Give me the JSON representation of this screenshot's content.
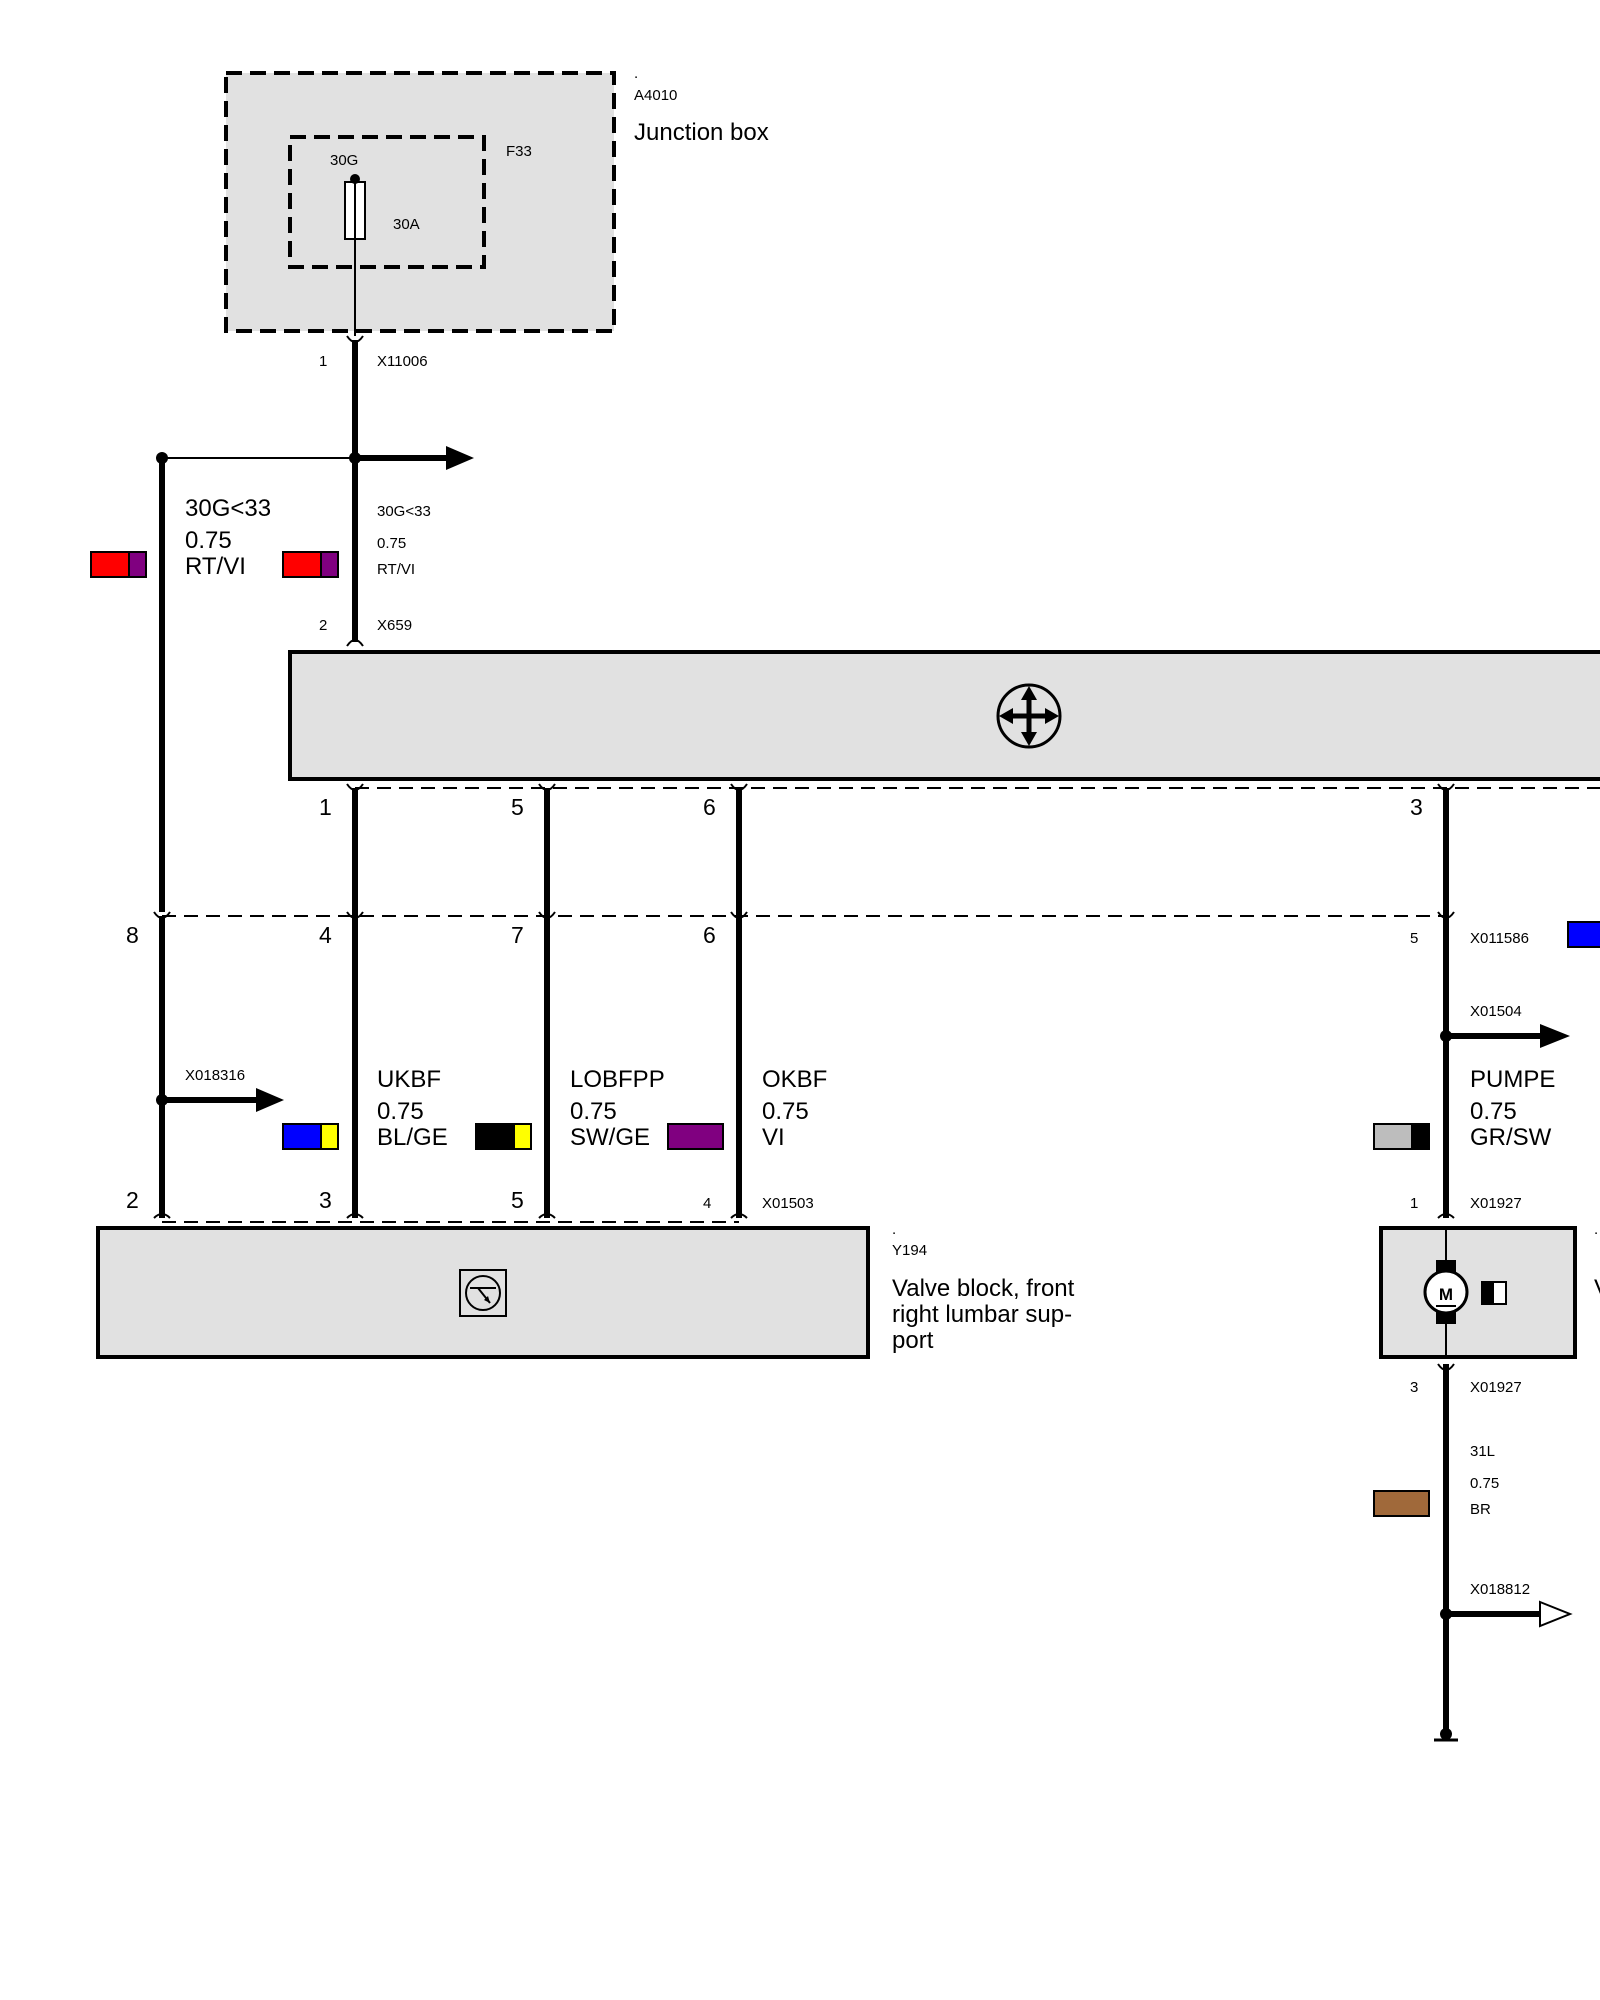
{
  "colors": {
    "RT": "#ff0000",
    "VI": "#800080",
    "BL": "#0000ff",
    "GE": "#ffff00",
    "SW": "#000000",
    "GR": "#bdbdbd",
    "BR": "#a0693a",
    "box_fill": "#e1e1e1"
  },
  "icons": {
    "control_unit": "seat-adjust-arrows-icon",
    "valve_block": "valve-symbol-icon",
    "pump_motor": "motor-m-icon",
    "pump_connector": "connector-icon",
    "ground": "ground-icon",
    "continuation_arrow": "arrow-right-icon"
  },
  "junction_box": {
    "dot": ".",
    "id": "A4010",
    "name": "Junction box",
    "fuse_id": "F33",
    "fuse_terminal": "30G",
    "fuse_rating": "30A",
    "pin": "1",
    "connector": "X11006"
  },
  "wire_top": {
    "signal": "30G<33",
    "size": "0.75",
    "color": "RT/VI",
    "pin": "2",
    "connector": "X659"
  },
  "wire_left": {
    "signal": "30G<33",
    "size": "0.75",
    "color": "RT/VI"
  },
  "control_unit": {
    "pins": [
      "1",
      "5",
      "6",
      "3"
    ]
  },
  "intermediate_connector": {
    "pins": [
      "8",
      "4",
      "7",
      "6",
      "5"
    ],
    "id": "X011586"
  },
  "splice_left": {
    "id": "X018316"
  },
  "splice_pump": {
    "id": "X01504"
  },
  "wires_mid": [
    {
      "signal": "UKBF",
      "size": "0.75",
      "color": "BL/GE"
    },
    {
      "signal": "LOBFPP",
      "size": "0.75",
      "color": "SW/GE"
    },
    {
      "signal": "OKBF",
      "size": "0.75",
      "color": "VI"
    },
    {
      "signal": "PUMPE",
      "size": "0.75",
      "color": "GR/SW"
    }
  ],
  "valve_block": {
    "pins": [
      "2",
      "3",
      "5",
      "4"
    ],
    "connector": "X01503",
    "dot": ".",
    "id": "Y194",
    "name_lines": [
      "Valve block, front",
      "right lumbar sup-",
      "port"
    ]
  },
  "pump": {
    "pin_in": "1",
    "connector_in": "X01927",
    "pin_out": "3",
    "connector_out": "X01927",
    "motor_letter": "M",
    "edge_label": "V",
    "edge_dot": "."
  },
  "ground_wire": {
    "signal": "31L",
    "size": "0.75",
    "color": "BR",
    "splice": "X018812"
  }
}
